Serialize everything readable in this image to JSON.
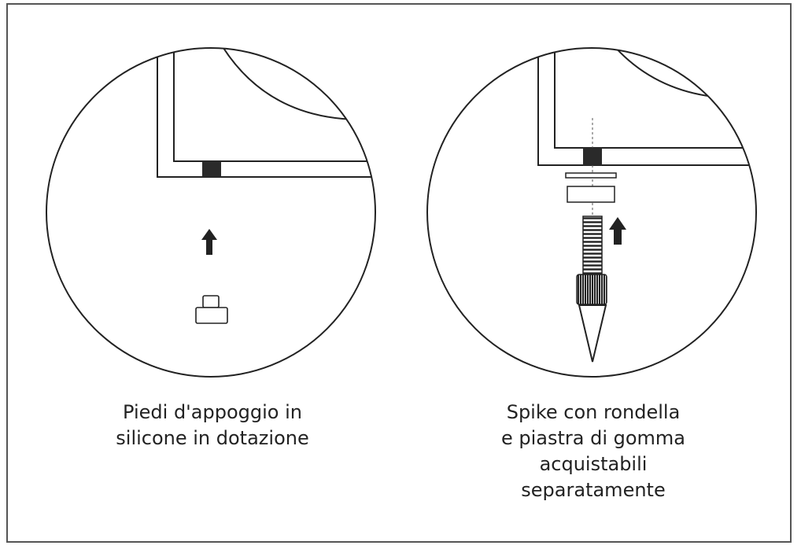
{
  "panels": [
    {
      "id": "silicone-feet",
      "caption_lines": [
        "Piedi d'appoggio in",
        "silicone in dotazione"
      ]
    },
    {
      "id": "spike-kit",
      "caption_lines": [
        "Spike con rondella",
        "e piastra di gomma",
        "acquistabili",
        "separatamente"
      ]
    }
  ],
  "colors": {
    "stroke": "#222222",
    "fill_dark": "#2a2a2a",
    "frame": "#555555"
  }
}
